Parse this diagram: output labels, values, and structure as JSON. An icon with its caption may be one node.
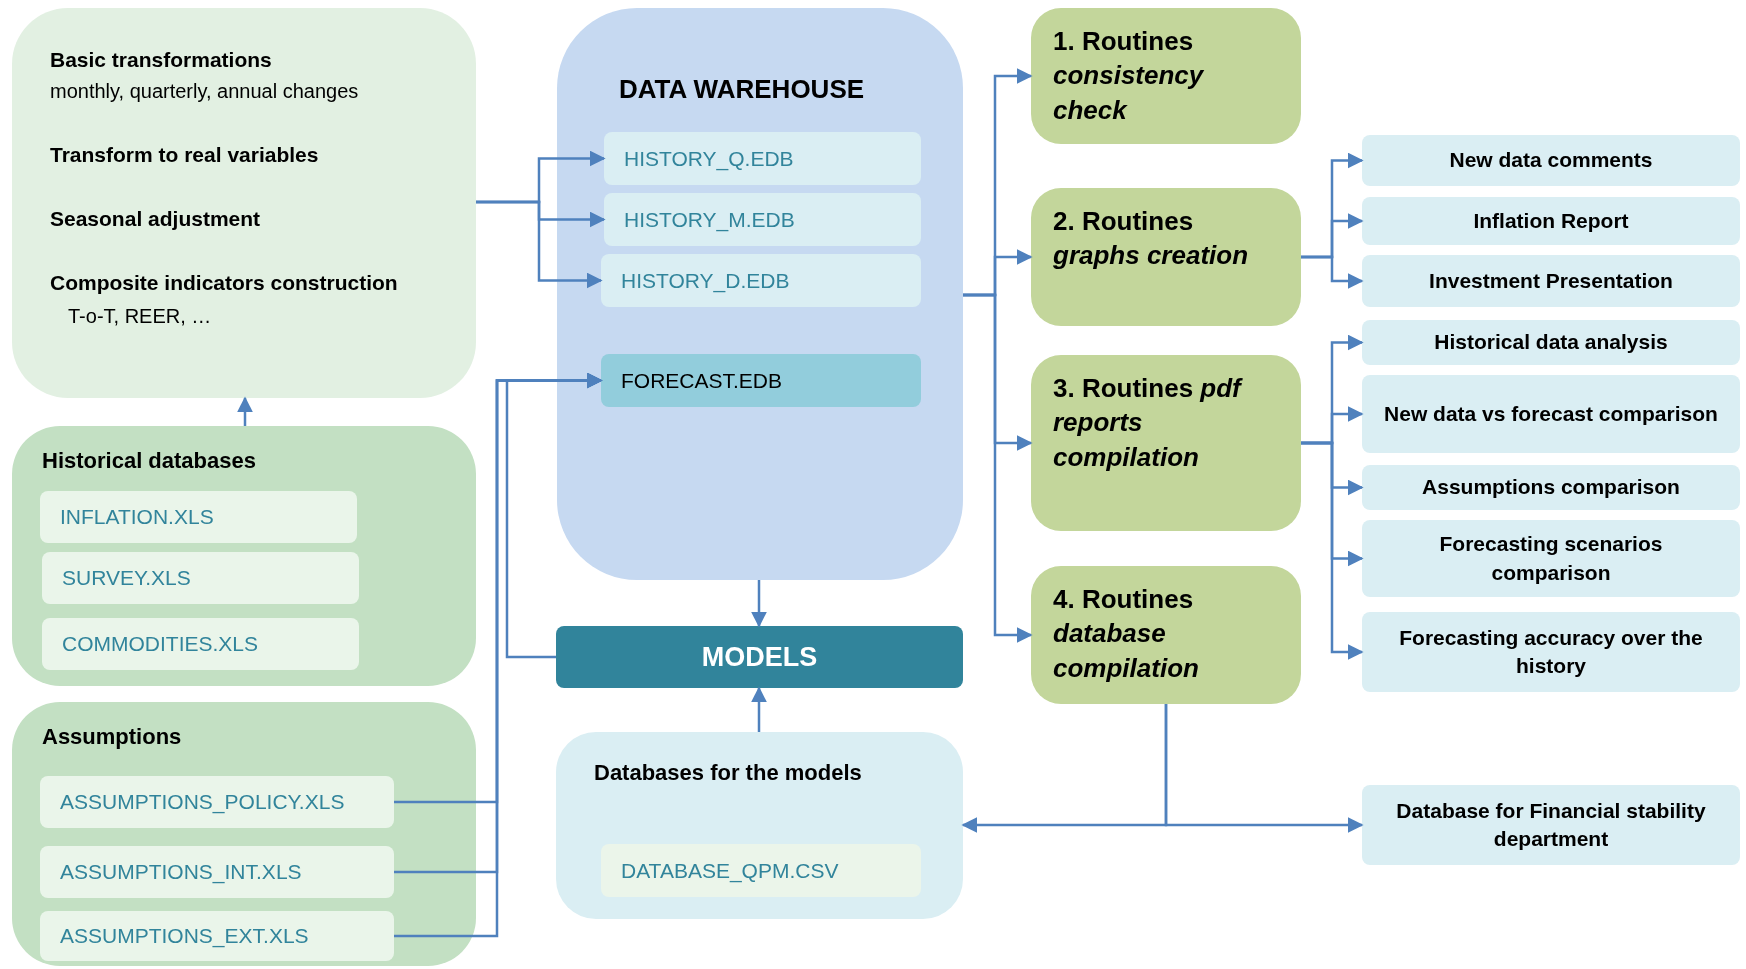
{
  "diagram": {
    "nodes": [
      {
        "text": [
          "Basic transformations",
          "monthly, quarterly, annual changes",
          "Transform to real variables",
          "Seasonal adjustment",
          "Composite indicators construction",
          "T-o-T, REER, …"
        ]
      },
      {
        "text": [
          "Historical databases"
        ]
      },
      {
        "text": [
          "INFLATION.XLS"
        ],
        "in": 1
      },
      {
        "text": [
          "SURVEY.XLS"
        ],
        "in": 1
      },
      {
        "text": [
          "COMMODITIES.XLS"
        ],
        "in": 1
      },
      {
        "text": [
          "Assumptions"
        ]
      },
      {
        "text": [
          "ASSUMPTIONS_POLICY.XLS"
        ],
        "in": 5
      },
      {
        "text": [
          "ASSUMPTIONS_INT.XLS"
        ],
        "in": 5
      },
      {
        "text": [
          "ASSUMPTIONS_EXT.XLS"
        ],
        "in": 5
      },
      {
        "text": [
          "DATA WAREHOUSE"
        ]
      },
      {
        "text": [
          "HISTORY_Q.EDB"
        ],
        "in": 9
      },
      {
        "text": [
          "HISTORY_M.EDB"
        ],
        "in": 9
      },
      {
        "text": [
          "HISTORY_D.EDB"
        ],
        "in": 9
      },
      {
        "text": [
          "FORECAST.EDB"
        ],
        "in": 9
      },
      {
        "text": [
          "MODELS"
        ]
      },
      {
        "text": [
          "Databases for the models"
        ]
      },
      {
        "text": [
          "DATABASE_QPM.CSV"
        ],
        "in": 15
      },
      {
        "text": [
          "1. Routines *consistency check*"
        ]
      },
      {
        "text": [
          "2. Routines *graphs creation*"
        ]
      },
      {
        "text": [
          "3. Routines *pdf reports compilation*"
        ]
      },
      {
        "text": [
          "4. Routines *database compilation*"
        ]
      },
      {
        "text": [
          "New data comments"
        ]
      },
      {
        "text": [
          "Inflation Report"
        ]
      },
      {
        "text": [
          "Investment Presentation"
        ]
      },
      {
        "text": [
          "Historical data analysis"
        ]
      },
      {
        "text": [
          "New data vs forecast comparison"
        ]
      },
      {
        "text": [
          "Assumptions comparison"
        ]
      },
      {
        "text": [
          "Forecasting scenarios comparison"
        ]
      },
      {
        "text": [
          "Forecasting accuracy over the history"
        ]
      },
      {
        "text": [
          "Database for Financial stability department"
        ]
      }
    ],
    "edges": [
      {
        "from": 0,
        "to": 10,
        "arrow": "to"
      },
      {
        "from": 0,
        "to": 11,
        "arrow": "to"
      },
      {
        "from": 0,
        "to": 12,
        "arrow": "to"
      },
      {
        "from": 1,
        "to": 0,
        "arrow": "to"
      },
      {
        "from": 6,
        "to": 13,
        "arrow": "to"
      },
      {
        "from": 7,
        "to": 13,
        "arrow": "to"
      },
      {
        "from": 8,
        "to": 13,
        "arrow": "to"
      },
      {
        "from": 14,
        "to": 13,
        "arrow": "to"
      },
      {
        "from": 9,
        "to": 14,
        "arrow": "to"
      },
      {
        "from": 15,
        "to": 14,
        "arrow": "to"
      },
      {
        "from": 9,
        "to": 17,
        "arrow": "to"
      },
      {
        "from": 9,
        "to": 18,
        "arrow": "to"
      },
      {
        "from": 9,
        "to": 19,
        "arrow": "to"
      },
      {
        "from": 9,
        "to": 20,
        "arrow": "to"
      },
      {
        "from": 18,
        "to": 21,
        "arrow": "to"
      },
      {
        "from": 18,
        "to": 22,
        "arrow": "to"
      },
      {
        "from": 18,
        "to": 23,
        "arrow": "to"
      },
      {
        "from": 19,
        "to": 24,
        "arrow": "to"
      },
      {
        "from": 19,
        "to": 25,
        "arrow": "to"
      },
      {
        "from": 19,
        "to": 26,
        "arrow": "to"
      },
      {
        "from": 19,
        "to": 27,
        "arrow": "to"
      },
      {
        "from": 19,
        "to": 28,
        "arrow": "to"
      },
      {
        "from": 20,
        "to": 15,
        "arrow": "to"
      },
      {
        "from": 20,
        "to": 29,
        "arrow": "to"
      }
    ]
  }
}
